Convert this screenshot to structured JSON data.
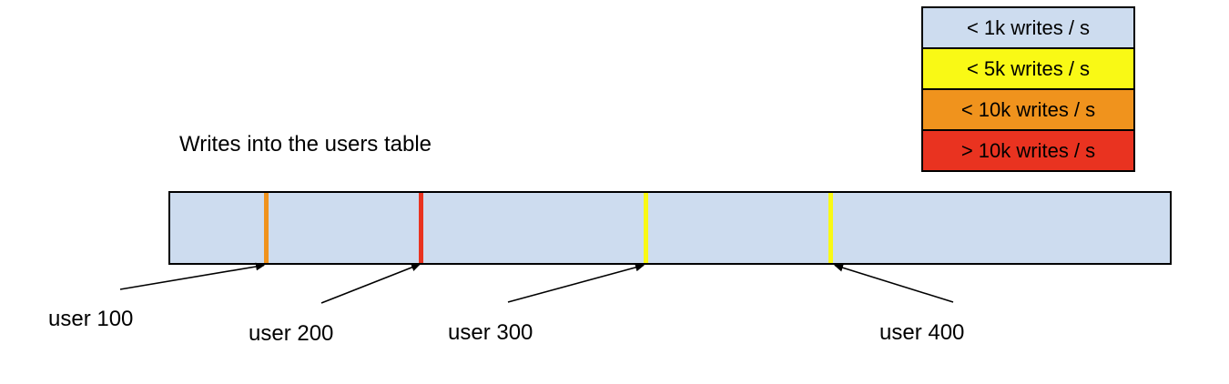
{
  "title": "Writes into the users table",
  "legend": {
    "items": [
      {
        "label": "< 1k writes / s",
        "color": "#cddcef"
      },
      {
        "label": "< 5k writes / s",
        "color": "#f9f915"
      },
      {
        "label": "< 10k writes / s",
        "color": "#f0931d"
      },
      {
        "label": "> 10k writes / s",
        "color": "#e93320"
      }
    ]
  },
  "bar": {
    "fill_color": "#cddcef",
    "markers": [
      {
        "user": "user 100",
        "color": "#f0931d",
        "rate": "< 10k writes / s"
      },
      {
        "user": "user 200",
        "color": "#e93320",
        "rate": "> 10k writes / s"
      },
      {
        "user": "user 300",
        "color": "#f9f915",
        "rate": "< 5k writes / s"
      },
      {
        "user": "user 400",
        "color": "#f9f915",
        "rate": "< 5k writes / s"
      }
    ]
  }
}
